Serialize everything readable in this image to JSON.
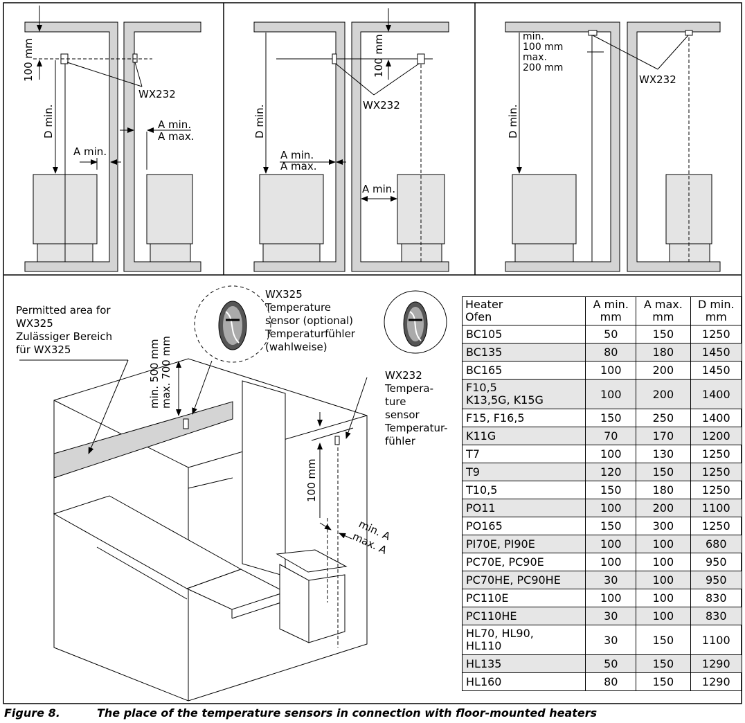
{
  "panel1": {
    "dim_100mm": "100 mm",
    "label_d_min": "D min.",
    "label_a_min": "A min.",
    "label_a_min2": "A min.",
    "label_a_max": "A max.",
    "sensor": "WX232"
  },
  "panel2": {
    "dim_100mm": "100 mm",
    "label_d_min": "D min.",
    "label_a_min": "A min.",
    "label_a_max": "A max.",
    "label_a_min_side": "A min.",
    "sensor": "WX232"
  },
  "panel3": {
    "dim_line1": "min.",
    "dim_line2": "100 mm",
    "dim_line3": "max.",
    "dim_line4": "200 mm",
    "label_d_min": "D min.",
    "sensor": "WX232"
  },
  "perspective": {
    "permitted_lines": [
      "Permitted area for",
      "WX325",
      "Zulässiger Bereich",
      "für WX325"
    ],
    "wx325_lines": [
      "WX325",
      "Temperature",
      "sensor (optional)",
      "Temperaturfühler",
      "(wahlweise)"
    ],
    "wx232_lines": [
      "WX232",
      "Tempera-",
      "ture",
      "sensor",
      "Temperatur-",
      "fühler"
    ],
    "dim_min500": "min. 500 mm",
    "dim_max700": "max. 700 mm",
    "dim_100mm": "100 mm",
    "dim_min_a": "min. A",
    "dim_max_a": "max. A"
  },
  "table": {
    "headers": [
      {
        "l1": "Heater",
        "l2": "Ofen"
      },
      {
        "l1": "A min.",
        "l2": "mm"
      },
      {
        "l1": "A max.",
        "l2": "mm"
      },
      {
        "l1": "D min.",
        "l2": "mm"
      }
    ],
    "rows": [
      {
        "heater": "BC105",
        "a_min": "50",
        "a_max": "150",
        "d_min": "1250"
      },
      {
        "heater": "BC135",
        "a_min": "80",
        "a_max": "180",
        "d_min": "1450"
      },
      {
        "heater": "BC165",
        "a_min": "100",
        "a_max": "200",
        "d_min": "1450"
      },
      {
        "heater_l1": "F10,5",
        "heater_l2": "K13,5G, K15G",
        "a_min": "100",
        "a_max": "200",
        "d_min": "1400"
      },
      {
        "heater": "F15, F16,5",
        "a_min": "150",
        "a_max": "250",
        "d_min": "1400"
      },
      {
        "heater": "K11G",
        "a_min": "70",
        "a_max": "170",
        "d_min": "1200"
      },
      {
        "heater": "T7",
        "a_min": "100",
        "a_max": "130",
        "d_min": "1250"
      },
      {
        "heater": "T9",
        "a_min": "120",
        "a_max": "150",
        "d_min": "1250"
      },
      {
        "heater": "T10,5",
        "a_min": "150",
        "a_max": "180",
        "d_min": "1250"
      },
      {
        "heater": "PO11",
        "a_min": "100",
        "a_max": "200",
        "d_min": "1100"
      },
      {
        "heater": "PO165",
        "a_min": "150",
        "a_max": "300",
        "d_min": "1250"
      },
      {
        "heater": "PI70E, PI90E",
        "a_min": "100",
        "a_max": "100",
        "d_min": "680"
      },
      {
        "heater": "PC70E, PC90E",
        "a_min": "100",
        "a_max": "100",
        "d_min": "950"
      },
      {
        "heater": "PC70HE, PC90HE",
        "a_min": "30",
        "a_max": "100",
        "d_min": "950"
      },
      {
        "heater": "PC110E",
        "a_min": "100",
        "a_max": "100",
        "d_min": "830"
      },
      {
        "heater": "PC110HE",
        "a_min": "30",
        "a_max": "100",
        "d_min": "830"
      },
      {
        "heater_l1": "HL70, HL90,",
        "heater_l2": "HL110",
        "a_min": "30",
        "a_max": "150",
        "d_min": "1100"
      },
      {
        "heater": "HL135",
        "a_min": "50",
        "a_max": "150",
        "d_min": "1290"
      },
      {
        "heater": "HL160",
        "a_min": "80",
        "a_max": "150",
        "d_min": "1290"
      }
    ]
  },
  "caption": {
    "number": "Figure 8.",
    "text": "The place of the temperature sensors in connection with floor-mounted heaters"
  }
}
